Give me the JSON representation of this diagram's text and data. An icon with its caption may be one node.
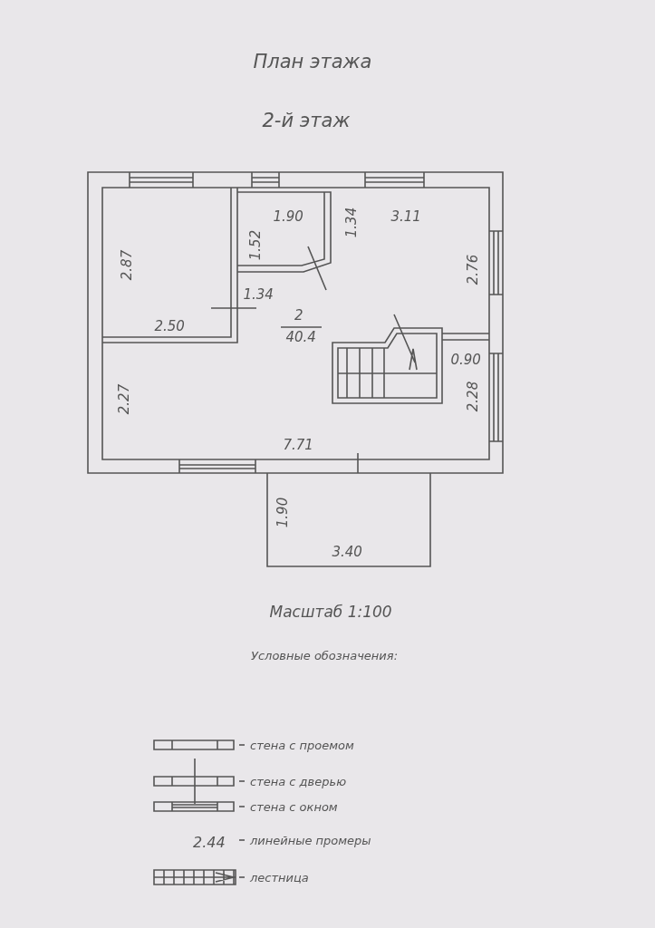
{
  "diagram": {
    "title": "План этажа",
    "labels": [
      "2-й этаж",
      "1.90",
      "3.11",
      "1.52",
      "1.34",
      "2.87",
      "2.76",
      "1.34",
      "2",
      "40.4",
      "2.50",
      "0.90",
      "2.27",
      "2.28",
      "7.71",
      "1.90",
      "3.40",
      "Масштаб 1:100",
      "Условные обозначения:",
      "2.44"
    ],
    "legend": [
      {
        "text": "стена с проемом"
      },
      {
        "text": "стена с дверью"
      },
      {
        "text": "стена с окном"
      },
      {
        "text": "линейные промеры"
      },
      {
        "text": "лестница"
      }
    ]
  }
}
